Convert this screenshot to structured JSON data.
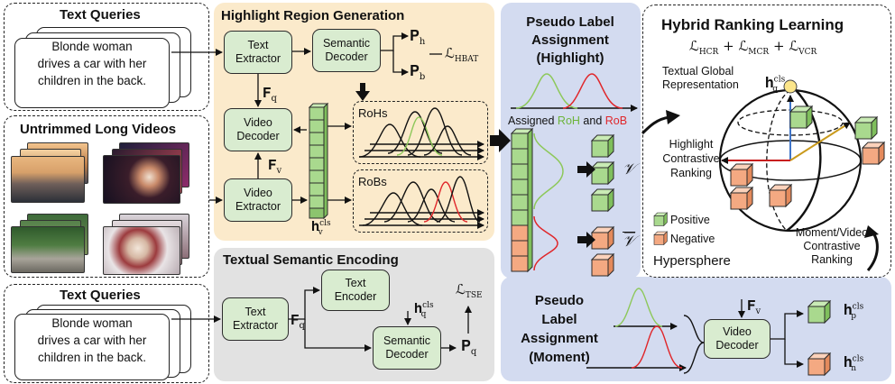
{
  "text_queries_top": {
    "title": "Text Queries",
    "line1": "Blonde woman",
    "line2": "drives a car with her",
    "line3": "children in the back."
  },
  "untrimmed_videos": {
    "title": "Untrimmed Long Videos"
  },
  "text_queries_bottom": {
    "title": "Text Queries",
    "line1": "Blonde woman",
    "line2": "drives a car with her",
    "line3": "children in the back."
  },
  "highlight_generation": {
    "title": "Highlight Region Generation",
    "text_extractor": "Text\nExtractor",
    "semantic_decoder": "Semantic\nDecoder",
    "video_decoder": "Video\nDecoder",
    "video_extractor": "Video\nExtractor",
    "p_h": "𝐏",
    "p_h_sub": "h",
    "p_b": "𝐏",
    "p_b_sub": "b",
    "loss_hbat": "ℒ",
    "loss_hbat_sub": "HBAT",
    "f_q": "𝐅",
    "f_q_sub": "q",
    "f_v": "𝐅",
    "f_v_sub": "v",
    "h_v": "𝐡",
    "h_v_sub": "v",
    "h_v_sup": "cls",
    "rohs": "RoHs",
    "robs": "RoBs"
  },
  "textual_encoding": {
    "title": "Textual Semantic Encoding",
    "text_extractor": "Text\nExtractor",
    "text_encoder": "Text\nEncoder",
    "semantic_decoder": "Semantic\nDecoder",
    "f_q": "𝐅",
    "f_q_sub": "q",
    "h_q": "𝐡",
    "h_q_sub": "q",
    "h_q_sup": "cls",
    "loss_tse": "ℒ",
    "loss_tse_sub": "TSE",
    "p_q": "𝐏",
    "p_q_sub": "q"
  },
  "pseudo_highlight": {
    "title_line1": "Pseudo Label",
    "title_line2": "Assignment",
    "title_line3": "(Highlight)",
    "assigned": "Assigned",
    "roh": "RoH",
    "and": "and",
    "rob": "RoB",
    "set_v": "𝒱",
    "set_v_bar": "𝒱"
  },
  "pseudo_moment": {
    "title_line1": "Pseudo",
    "title_line2": "Label",
    "title_line3": "Assignment",
    "title_line4": "(Moment)",
    "video_decoder": "Video\nDecoder",
    "f_v": "𝐅",
    "f_v_sub": "v",
    "h_p": "𝐡",
    "h_p_sub": "p",
    "h_p_sup": "cls",
    "h_n": "𝐡",
    "h_n_sub": "n",
    "h_n_sup": "cls"
  },
  "hybrid_ranking": {
    "title": "Hybrid Ranking Learning",
    "loss_hcr": "ℒ",
    "loss_hcr_sub": "HCR",
    "loss_mcr": "ℒ",
    "loss_mcr_sub": "MCR",
    "loss_vcr": "ℒ",
    "loss_vcr_sub": "VCR",
    "plus": "+",
    "textual_global_1": "Textual Global",
    "textual_global_2": "Representation",
    "h_q": "𝐡",
    "h_q_sub": "q",
    "h_q_sup": "cls",
    "highlight_1": "Highlight",
    "highlight_2": "Contrastive",
    "highlight_3": "Ranking",
    "moment_1": "Moment/Video",
    "moment_2": "Contrastive",
    "moment_3": "Ranking",
    "positive": "Positive",
    "negative": "Negative",
    "hypersphere": "Hypersphere"
  },
  "colors": {
    "yellow_panel": "#fbeacb",
    "gray_panel": "#e2e2e2",
    "blue_panel": "#d3dbf0",
    "green_box": "#d9ecd0",
    "green_cube": "#a9d98e",
    "orange_cube": "#f4a982",
    "green_curve": "#8dc85a",
    "red_curve": "#e0262a"
  }
}
